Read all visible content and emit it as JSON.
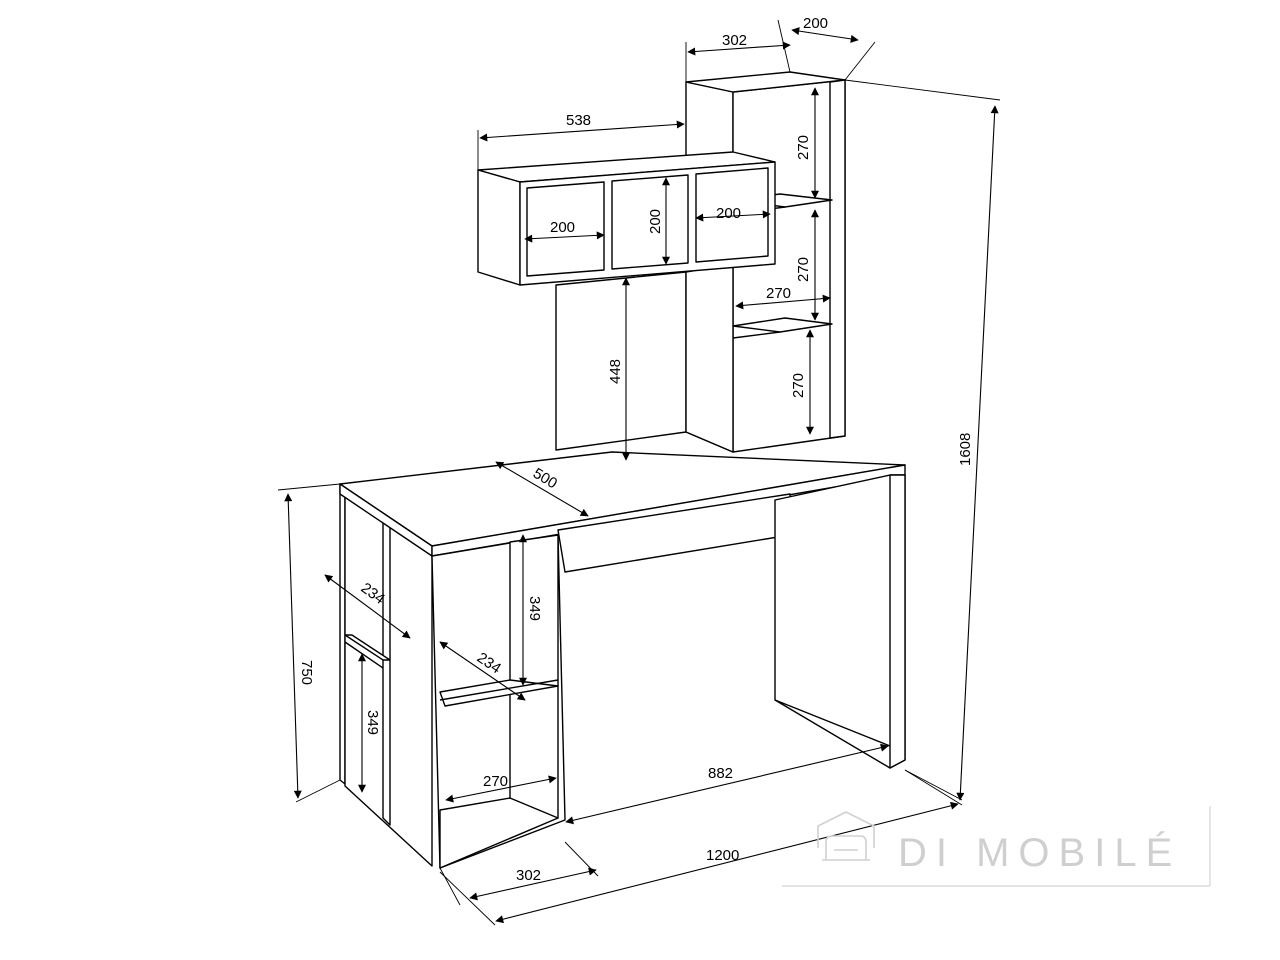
{
  "dimensions": {
    "top_shelf_depth": "200",
    "top_shelf_width": "302",
    "upper_shelf_width": "538",
    "tower_compartment_1": "270",
    "tower_compartment_2": "270",
    "tower_compartment_3": "270",
    "tower_shelf_width": "270",
    "cube_width_left": "200",
    "cube_height": "200",
    "cube_width_right": "200",
    "hutch_clearance": "448",
    "desk_depth": "500",
    "total_height": "1608",
    "desk_height": "750",
    "side_shelf_depth_upper": "234",
    "side_shelf_depth_lower": "234",
    "side_compartment_upper": "349",
    "side_compartment_lower": "349",
    "pedestal_inner_width": "270",
    "knee_space_width": "882",
    "pedestal_width": "302",
    "total_width": "1200"
  },
  "watermark": {
    "brand": "DI MOBILÉ",
    "icon": "sofa-house-icon"
  }
}
